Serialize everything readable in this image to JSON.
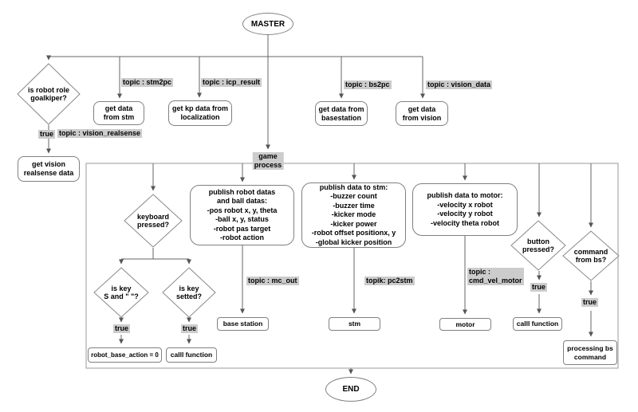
{
  "nodes": {
    "master": "MASTER",
    "end": "END",
    "goalkeeper_decision": "is robot role\ngoalkiper?",
    "true_goalkeeper": "true",
    "topic_vision_realsense": "topic : vision_realsense",
    "get_vision_realsense": "get vision\nrealsense data",
    "topic_stm2pc": "topic : stm2pc",
    "get_data_stm": "get data\nfrom stm",
    "topic_icp_result": "topic : icp_result",
    "get_kp_localization": "get kp data from\nlocalization",
    "topic_bs2pc": "topic : bs2pc",
    "get_data_basestation": "get data from\nbasestation",
    "topic_vision_data": "topic : vision_data",
    "get_data_vision": "get data\nfrom vision",
    "game_process": "game\nprocess",
    "keyboard_decision": "keyboard\npressed?",
    "key_s_decision": "is key\nS and \" \"?",
    "key_setted_decision": "is key\nsetted?",
    "true_key_s": "true",
    "true_key_setted": "true",
    "robot_base_action": "robot_base_action = 0",
    "call_function_key": "calll function",
    "publish_robot": "publish robot datas\nand ball datas:\n-pos robot x, y, theta\n-ball x, y, status\n-robot pas target\n-robot action",
    "topic_mc_out": "topic : mc_out",
    "base_station": "base station",
    "publish_stm": "publish data to stm:\n-buzzer count\n-buzzer time\n-kicker mode\n-kicker power\n-robot offset positionx, y\n-global kicker position",
    "topik_pc2stm": "topik: pc2stm",
    "stm": "stm",
    "publish_motor": "publish data to motor:\n-velocity x robot\n-velocity y robot\n-velocity theta robot",
    "topic_cmd_vel_motor": "topic :\ncmd_vel_motor",
    "motor": "motor",
    "button_decision": "button\npressed?",
    "true_button": "true",
    "call_function_button": "calll function",
    "command_bs_decision": "command\nfrom bs?",
    "true_command": "true",
    "processing_bs": "processing bs\ncommand"
  },
  "colors": {
    "label_bg": "#cccccc",
    "line": "#666666",
    "node_border": "#808080"
  }
}
